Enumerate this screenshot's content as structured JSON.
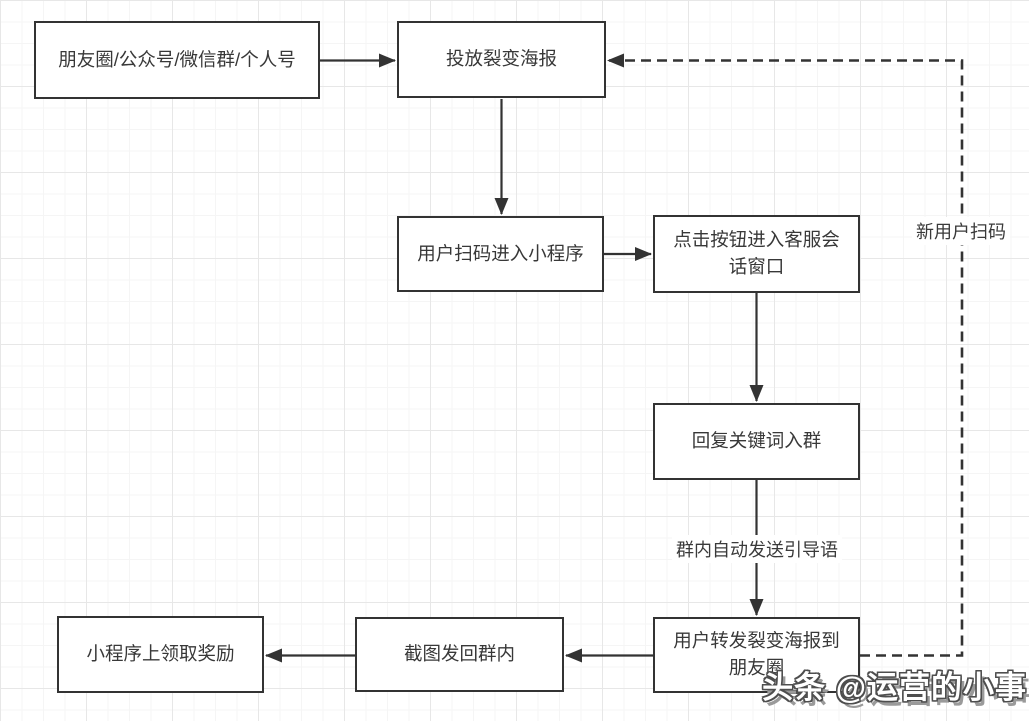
{
  "diagram": {
    "type": "flowchart",
    "background": "#ffffff",
    "grid_minor_color": "#f5f5f5",
    "grid_major_color": "#e7e7e7",
    "stroke_color": "#333333",
    "node_fill": "#ffffff",
    "text_color": "#383838"
  },
  "nodes": [
    {
      "id": "source-channels",
      "label": "朋友圈/公众号/微信群/个人号"
    },
    {
      "id": "post-poster",
      "label": "投放裂变海报"
    },
    {
      "id": "scan-enter-miniprogram",
      "label": "用户扫码进入小程序"
    },
    {
      "id": "click-button-service",
      "label": "点击按钮进入客服会话窗口"
    },
    {
      "id": "reply-keyword",
      "label": "回复关键词入群"
    },
    {
      "id": "forward-poster",
      "label": "用户转发裂变海报到朋友圈"
    },
    {
      "id": "screenshot-back",
      "label": "截图发回群内"
    },
    {
      "id": "claim-reward",
      "label": "小程序上领取奖励"
    }
  ],
  "edges": [
    {
      "from": "source-channels",
      "to": "post-poster",
      "style": "solid"
    },
    {
      "from": "post-poster",
      "to": "scan-enter-miniprogram",
      "style": "solid"
    },
    {
      "from": "scan-enter-miniprogram",
      "to": "click-button-service",
      "style": "solid"
    },
    {
      "from": "click-button-service",
      "to": "reply-keyword",
      "style": "solid"
    },
    {
      "from": "reply-keyword",
      "to": "forward-poster",
      "style": "solid",
      "label": "群内自动发送引导语"
    },
    {
      "from": "forward-poster",
      "to": "screenshot-back",
      "style": "solid"
    },
    {
      "from": "screenshot-back",
      "to": "claim-reward",
      "style": "solid"
    },
    {
      "from": "forward-poster",
      "to": "post-poster",
      "style": "dashed",
      "label": "新用户扫码"
    }
  ],
  "watermark": {
    "text": "头条 @运营的小事"
  }
}
